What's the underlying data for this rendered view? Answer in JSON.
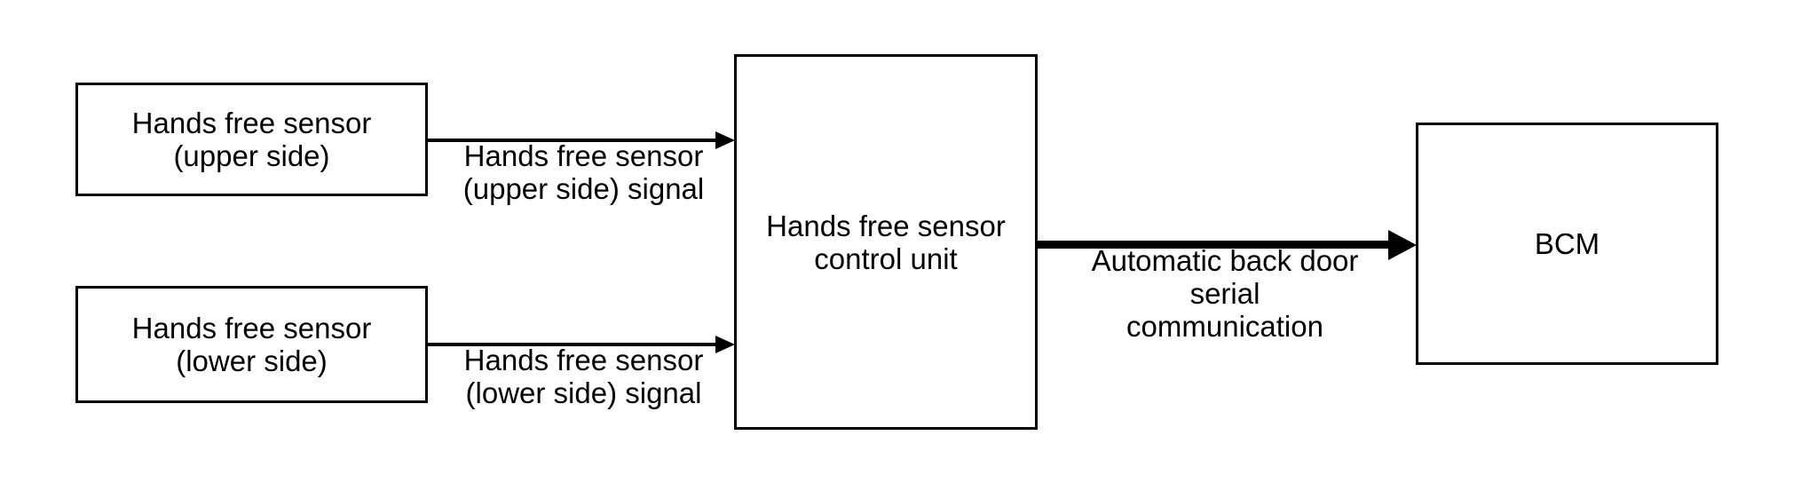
{
  "page": {
    "background_color": "#ffffff",
    "line_color": "#000000"
  },
  "diagram": {
    "nodes": [
      {
        "id": "hands-free-sensor-upper",
        "label_line1": "Hands free sensor",
        "label_line2": "(upper side)"
      },
      {
        "id": "hands-free-sensor-lower",
        "label_line1": "Hands free sensor",
        "label_line2": "(lower side)"
      },
      {
        "id": "hands-free-sensor-control-unit",
        "label_line1": "Hands free sensor",
        "label_line2": "control unit"
      },
      {
        "id": "bcm",
        "label": "BCM"
      }
    ],
    "edges": [
      {
        "from": "hands-free-sensor-upper",
        "to": "hands-free-sensor-control-unit",
        "style": "thin-arrow",
        "label_line1": "Hands free sensor",
        "label_line2": "(upper side) signal"
      },
      {
        "from": "hands-free-sensor-lower",
        "to": "hands-free-sensor-control-unit",
        "style": "thin-arrow",
        "label_line1": "Hands free sensor",
        "label_line2": "(lower side) signal"
      },
      {
        "from": "hands-free-sensor-control-unit",
        "to": "bcm",
        "style": "thick-arrow",
        "label_line1": "Automatic back door serial",
        "label_line2": "communication"
      }
    ]
  }
}
